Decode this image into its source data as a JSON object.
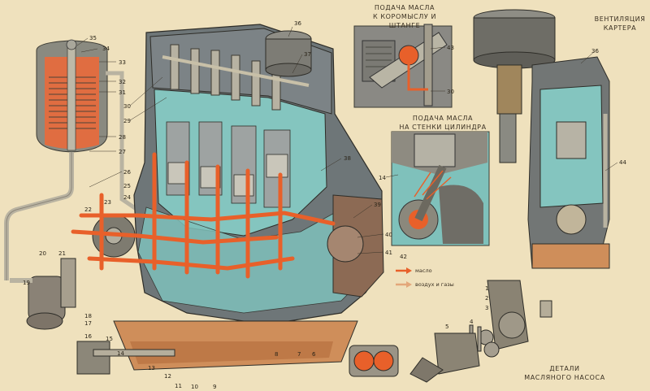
{
  "captions": {
    "rocker_title_l1": "ПОДАЧА МАСЛА",
    "rocker_title_l2": "К КОРОМЫСЛУ И ШТАНГЕ",
    "cyl_title_l1": "ПОДАЧА МАСЛА",
    "cyl_title_l2": "НА СТЕНКИ ЦИЛИНДРА",
    "vent_title_l1": "ВЕНТИЛЯЦИЯ",
    "vent_title_l2": "КАРТЕРА",
    "pump_title_l1": "ДЕТАЛИ",
    "pump_title_l2": "МАСЛЯНОГО НАСОСА"
  },
  "legend": {
    "oil": "масло",
    "air": "воздух и газы",
    "oil_color": "#e8602a",
    "air_color": "#e3a77a"
  },
  "colors": {
    "background": "#efe1bd",
    "block": "#6b7275",
    "cutaway": "#86c6c0",
    "oil_path": "#e8602a",
    "metal": "#8d8b82"
  },
  "callouts": [
    "1",
    "2",
    "3",
    "4",
    "5",
    "6",
    "7",
    "8",
    "9",
    "10",
    "11",
    "12",
    "13",
    "14",
    "15",
    "16",
    "17",
    "18",
    "19",
    "20",
    "21",
    "22",
    "23",
    "24",
    "25",
    "26",
    "27",
    "28",
    "29",
    "30",
    "31",
    "32",
    "33",
    "34",
    "35",
    "36",
    "37",
    "38",
    "39",
    "40",
    "41",
    "42",
    "43",
    "44"
  ]
}
